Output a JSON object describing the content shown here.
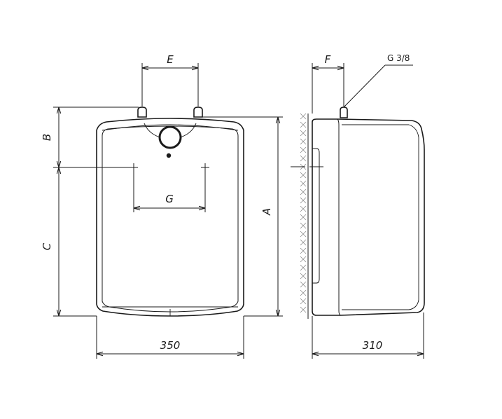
{
  "labels": {
    "dim_e": "E",
    "dim_f": "F",
    "dim_b": "B",
    "dim_c": "C",
    "dim_a": "A",
    "dim_g": "G",
    "thread": "G 3/8",
    "width_front": "350",
    "width_side": "310"
  }
}
